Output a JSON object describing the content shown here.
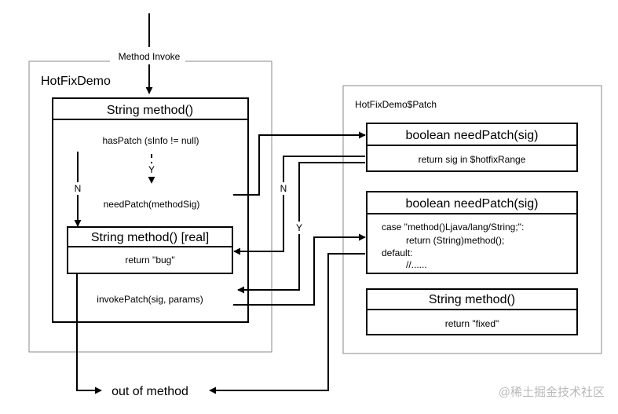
{
  "entry_label": "Method Invoke",
  "hotfix_demo": {
    "title": "HotFixDemo",
    "method_box": {
      "header": "String method()",
      "has_patch": "hasPatch (sInfo != null)",
      "yes_label": "Y",
      "no_label": "N",
      "need_patch_call": "needPatch(methodSig)",
      "real_method": {
        "header": "String method() [real]",
        "body": "return \"bug\""
      },
      "invoke_patch": "invokePatch(sig, params)"
    }
  },
  "patch": {
    "title": "HotFixDemo$Patch",
    "need_patch_box": {
      "header": "boolean needPatch(sig)",
      "body": "return sig in $hotfixRange"
    },
    "dispatch_box": {
      "header": "boolean needPatch(sig)",
      "line1": "case \"method()Ljava/lang/String;\":",
      "line2": "return (String)method();",
      "line3": "default:",
      "line4": "//......"
    },
    "fixed_box": {
      "header": "String method()",
      "body": "return \"fixed\""
    }
  },
  "branch_labels": {
    "no": "N",
    "yes": "Y"
  },
  "exit_label": "out of method",
  "watermark": "@稀土掘金技术社区"
}
